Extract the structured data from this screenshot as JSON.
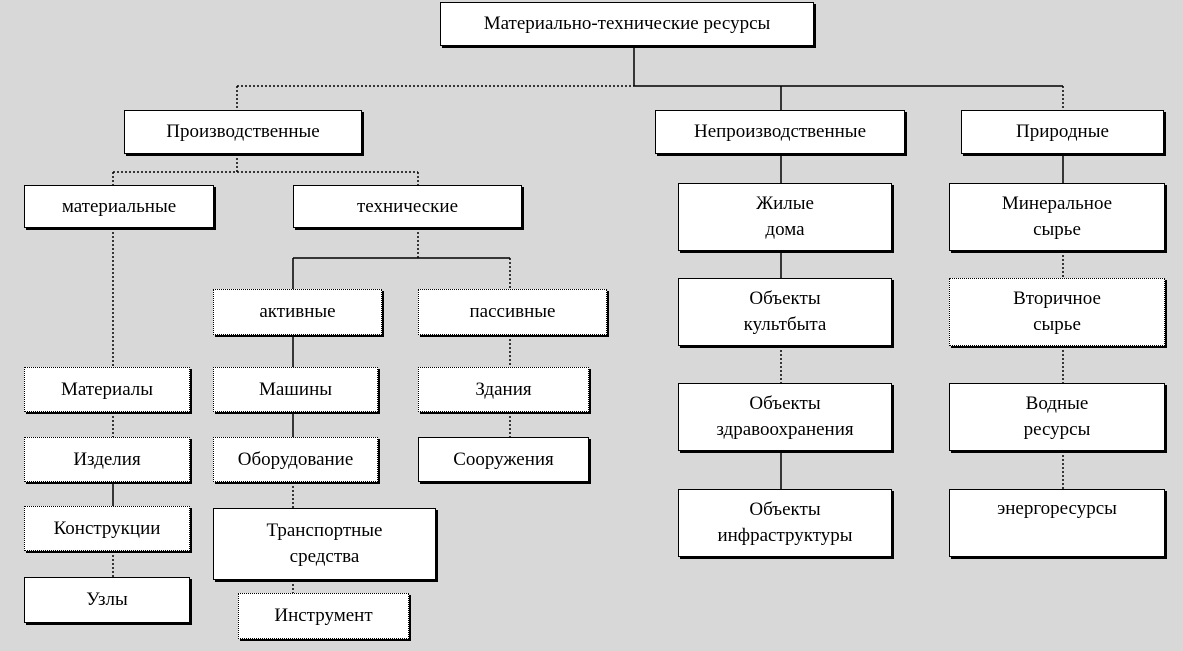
{
  "nodes": {
    "root": "Материально-технические ресурсы",
    "production": "Производственные",
    "non_production": "Непроизводственные",
    "natural": "Природные",
    "material": "материальные",
    "technical": "технические",
    "active": "активные",
    "passive": "пассивные",
    "materials": "Материалы",
    "products": "Изделия",
    "constructions": "Конструкции",
    "units": "Узлы",
    "machines": "Машины",
    "equipment": "Оборудование",
    "transport": "Транспортные\nсредства",
    "tools": "Инструмент",
    "buildings": "Здания",
    "structures": "Сооружения",
    "housing": "Жилые\nдома",
    "culture": "Объекты\nкультбыта",
    "health": "Объекты\nздравоохранения",
    "infrastructure": "Объекты\nинфраструктуры",
    "mineral": "Минеральное\nсырье",
    "secondary": "Вторичное\nсырье",
    "water": "Водные\nресурсы",
    "energy": "энергоресурсы"
  }
}
